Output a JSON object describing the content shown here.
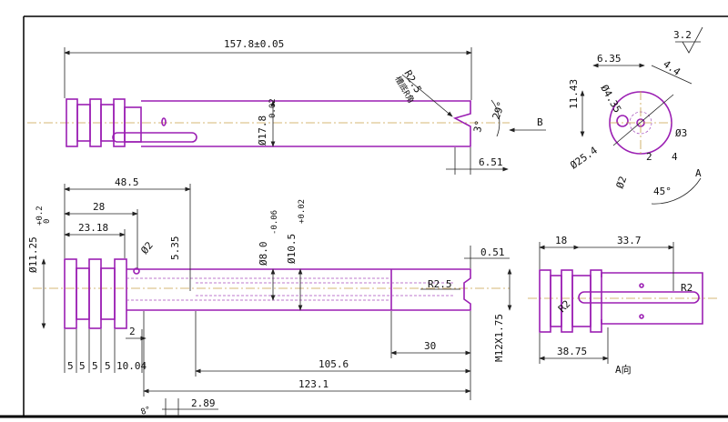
{
  "drawing": {
    "surface_finish": "3.2",
    "top_view": {
      "overall_length": "157.8±0.05",
      "radius_label": "R2.5",
      "radius_note": "槽底R角",
      "diameter": "Ø17.8",
      "diameter_tol": "0.02",
      "taper_angle": "29°",
      "slot_angle": "3°",
      "slot_width": "6.51",
      "view_label": "B"
    },
    "front_view": {
      "dim_48_5": "48.5",
      "dim_28": "28",
      "dim_23_18": "23.18",
      "dim_phi2": "Ø2",
      "dim_5_35": "5.35",
      "dim_phi8": "Ø8.0",
      "dim_phi8_tol": "-0.06",
      "dim_phi10_5": "Ø10.5",
      "dim_phi10_5_tol": "+0.02",
      "dim_phi11_25": "Ø11.25",
      "dim_phi11_25_tol": "+0.2",
      "dim_0_51": "0.51",
      "dim_r2_5": "R2.5",
      "dim_30": "30",
      "dim_m12": "M12X1.75",
      "dim_105_6": "105.6",
      "dim_123_1": "123.1",
      "dim_2": "2",
      "dim_2_89": "2.89",
      "dim_angle": "8°",
      "small_dims": [
        "5",
        "5",
        "5",
        "5",
        "10.04"
      ],
      "zero": "0"
    },
    "section_view": {
      "dim_6_35": "6.35",
      "dim_4_4": "4.4",
      "dim_11_43": "11.43",
      "dim_phi4_35": "Ø4.35",
      "dim_phi3": "Ø3",
      "dim_phi25_4": "Ø25.4",
      "dim_phi2": "Ø2",
      "dim_2": "2",
      "dim_4": "4",
      "dim_45": "45°",
      "label_a": "A"
    },
    "a_view": {
      "dim_18": "18",
      "dim_33_7": "33.7",
      "dim_r2_left": "R2",
      "dim_r2_right": "R2",
      "dim_38_75": "38.75",
      "caption": "A向"
    }
  }
}
